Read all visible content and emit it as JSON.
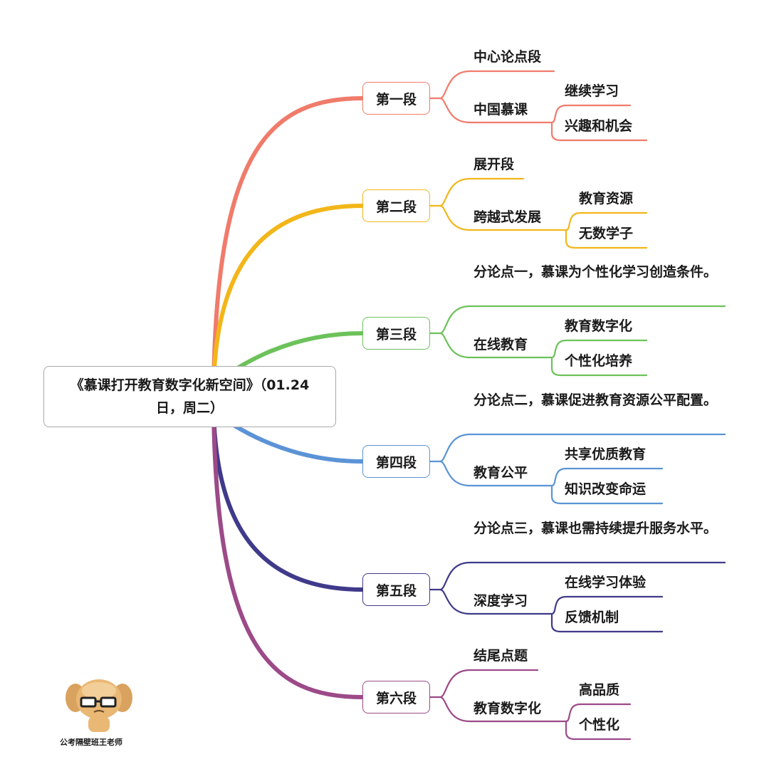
{
  "root": {
    "title": "《慕课打开教育数字化新空间》（01.24日，周二）"
  },
  "branches": [
    {
      "label": "第一段",
      "color": "#F07B6B",
      "point": "中心论点段",
      "topic": "中国慕课",
      "leaves": [
        "继续学习",
        "兴趣和机会"
      ]
    },
    {
      "label": "第二段",
      "color": "#F3B619",
      "point": "展开段",
      "topic": "跨越式发展",
      "leaves": [
        "教育资源",
        "无数学子"
      ]
    },
    {
      "label": "第三段",
      "color": "#6CC25A",
      "point": "分论点一，慕课为个性化学习创造条件。",
      "topic": "在线教育",
      "leaves": [
        "教育数字化",
        "个性化培养"
      ]
    },
    {
      "label": "第四段",
      "color": "#5B93D6",
      "point": "分论点二，慕课促进教育资源公平配置。",
      "topic": "教育公平",
      "leaves": [
        "共享优质教育",
        "知识改变命运"
      ]
    },
    {
      "label": "第五段",
      "color": "#3F3A8A",
      "point": "分论点三，慕课也需持续提升服务水平。",
      "topic": "深度学习",
      "leaves": [
        "在线学习体验",
        "反馈机制"
      ]
    },
    {
      "label": "第六段",
      "color": "#9C4A88",
      "point": "结尾点题",
      "topic": "教育数字化",
      "leaves": [
        "高品质",
        "个性化"
      ]
    }
  ],
  "watermark": {
    "caption": "公考隔壁班王老师"
  }
}
